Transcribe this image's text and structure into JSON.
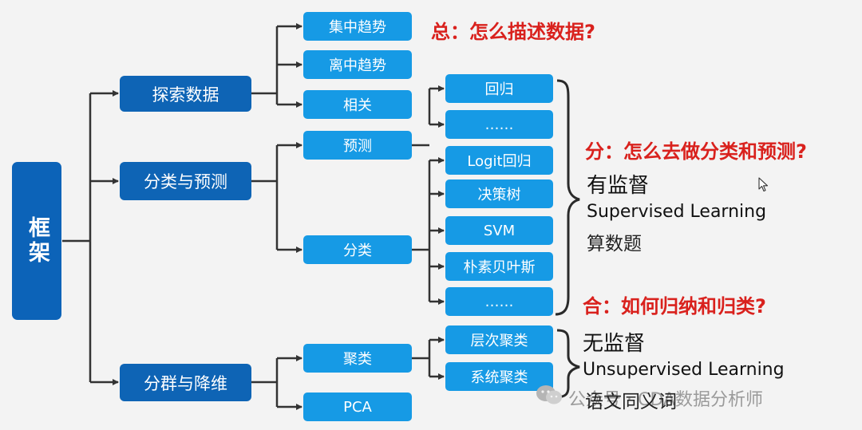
{
  "root": {
    "label": "框架"
  },
  "branches": {
    "explore": "探索数据",
    "classify": "分类与预测",
    "cluster": "分群与降维"
  },
  "explore_items": {
    "central": "集中趋势",
    "dispersion": "离中趋势",
    "correlation": "相关"
  },
  "classify_items": {
    "predict": "预测",
    "classify": "分类"
  },
  "cluster_items": {
    "cluster": "聚类",
    "pca": "PCA"
  },
  "predict_methods": {
    "regression": "回归",
    "more": "……"
  },
  "classify_methods": {
    "logit": "Logit回归",
    "tree": "决策树",
    "svm": "SVM",
    "bayes": "朴素贝叶斯",
    "more": "……"
  },
  "cluster_methods": {
    "hierarchical": "层次聚类",
    "systematic": "系统聚类"
  },
  "notes": {
    "total": "总：怎么描述数据?",
    "split": "分：怎么去做分类和预测?",
    "supervised_cn": "有监督",
    "supervised_en": "Supervised Learning",
    "supervised_alias": "算数题",
    "merge": "合：如何归纳和归类?",
    "unsupervised_cn": "无监督",
    "unsupervised_en": "Unsupervised Learning",
    "unsupervised_alias": "语文同义词"
  },
  "watermark": "公众号 · CDA数据分析师",
  "colors": {
    "root": "#0c63b8",
    "branch": "#0e64b5",
    "leaf": "#169ae5",
    "heading": "#d9211d",
    "connector": "#333333"
  }
}
